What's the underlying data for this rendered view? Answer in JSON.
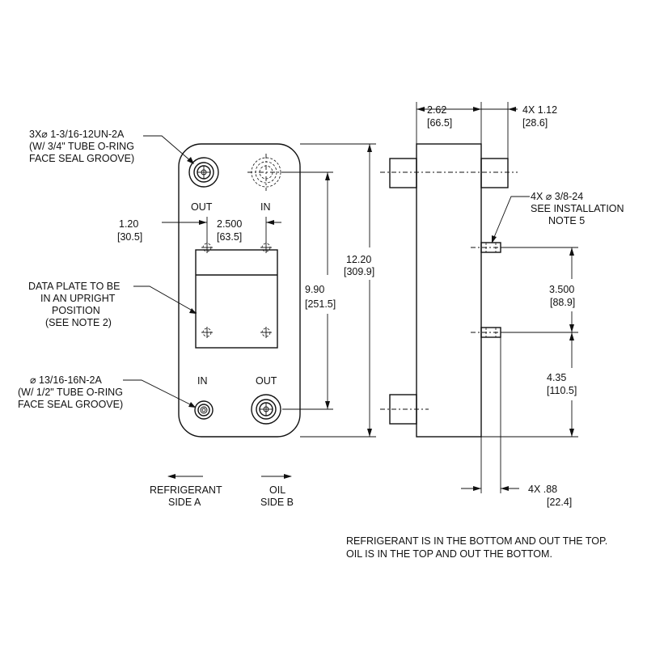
{
  "front_view": {
    "top_port_callout": [
      "3X⌀  1-3/16-12UN-2A",
      "(W/ 3/4\" TUBE O-RING",
      "FACE SEAL GROOVE)"
    ],
    "top_left_port_label": "OUT",
    "top_right_port_label": "IN",
    "dim_width_offset": [
      "1.20",
      "[30.5]"
    ],
    "dim_port_spacing": [
      "2.500",
      "[63.5]"
    ],
    "data_plate_note": [
      "DATA PLATE TO BE",
      "IN AN UPRIGHT",
      "POSITION",
      "(SEE NOTE 2)"
    ],
    "dim_port_height": [
      "9.90",
      "[251.5]"
    ],
    "dim_overall_height": [
      "12.20",
      "[309.9]"
    ],
    "bottom_left_port_label": "IN",
    "bottom_right_port_label": "OUT",
    "bottom_port_callout": [
      "⌀  13/16-16N-2A",
      "(W/ 1/2\" TUBE O-RING",
      "FACE SEAL GROOVE)"
    ],
    "refrigerant_side": [
      "REFRIGERANT",
      "SIDE A"
    ],
    "oil_side": [
      "OIL",
      "SIDE B"
    ]
  },
  "side_view": {
    "dim_depth": [
      "2.62",
      "[66.5]"
    ],
    "dim_port_length": [
      "4X 1.12",
      "[28.6]"
    ],
    "mount_callout": [
      "4X ⌀ 3/8-24",
      "SEE  INSTALLATION",
      "NOTE 5"
    ],
    "dim_mount_spacing": [
      "3.500",
      "[88.9]"
    ],
    "dim_mount_from_bottom": [
      "4.35",
      "[110.5]"
    ],
    "dim_stud_length": [
      "4X .88",
      "[22.4]"
    ]
  },
  "flow_note": [
    "REFRIGERANT IS IN THE BOTTOM AND OUT THE TOP.",
    "OIL IS IN THE TOP AND OUT THE BOTTOM."
  ]
}
